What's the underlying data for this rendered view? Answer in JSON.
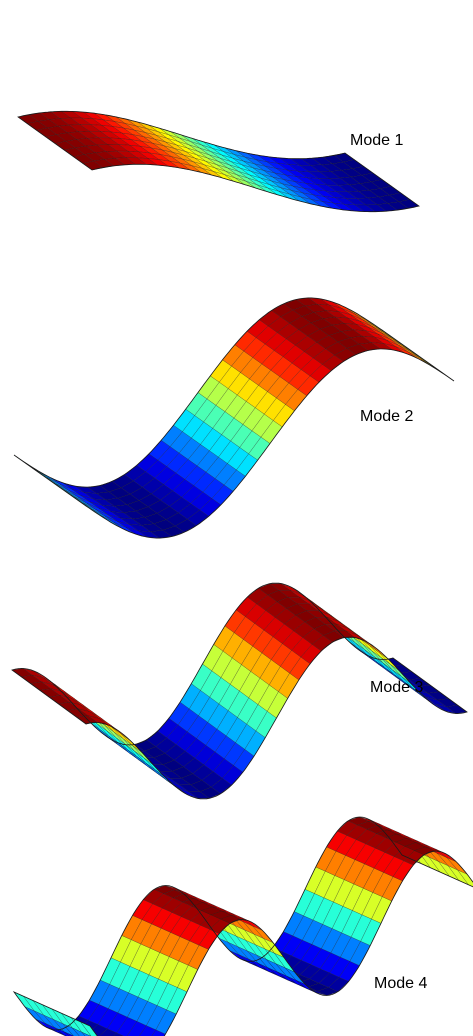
{
  "modes": [
    {
      "label": "Mode 1",
      "half_waves": 1,
      "phase": "symmetric"
    },
    {
      "label": "Mode 2",
      "half_waves": 2,
      "phase": "antisymmetric"
    },
    {
      "label": "Mode 3",
      "half_waves": 3,
      "phase": "symmetric"
    },
    {
      "label": "Mode 4",
      "half_waves": 4,
      "phase": "antisymmetric"
    }
  ],
  "colormap": "jet",
  "colors": {
    "colormap": [
      "#00007f",
      "#0000ff",
      "#007fff",
      "#00ffff",
      "#7fff7f",
      "#ffff00",
      "#ff7f00",
      "#ff0000",
      "#7f0000"
    ],
    "mesh_line": "#1a1a1a",
    "background": "#ffffff"
  }
}
